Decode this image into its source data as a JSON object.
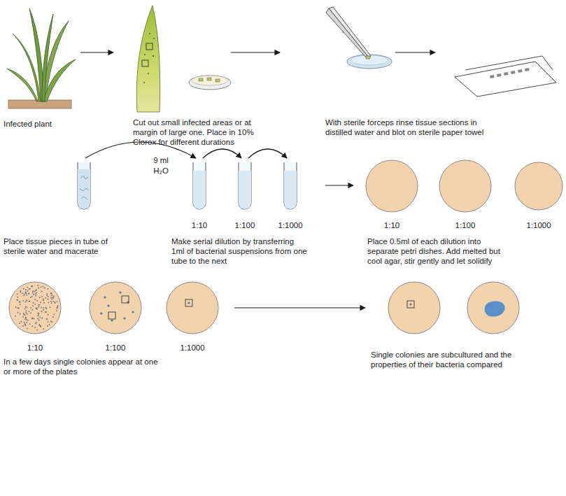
{
  "diagram": {
    "labels": [
      "Infected plant",
      "Cut out small infected areas or at margin of large one. Place in 10% Clorox for different durations",
      "With sterile forceps rinse tissue sections in distilled water and blot on sterile paper towel",
      "9 ml",
      "H₂O",
      "1:10",
      "1:100",
      "1:1000",
      "1:10",
      "1:100",
      "1:1000",
      "Place tissue pieces in tube of sterile water and macerate",
      "Make serial dilution by transferring 1ml of bacterial suspensions from one tube to the next",
      "Place 0.5ml of each dilution into separate petri dishes. Add melted but cool agar, stir gently and let solidify",
      "1:10",
      "1:100",
      "1:1000",
      "In a few days single colonies appear at one or more of the plates",
      "Single colonies are subcultured and the properties of their bacteria compared"
    ]
  }
}
